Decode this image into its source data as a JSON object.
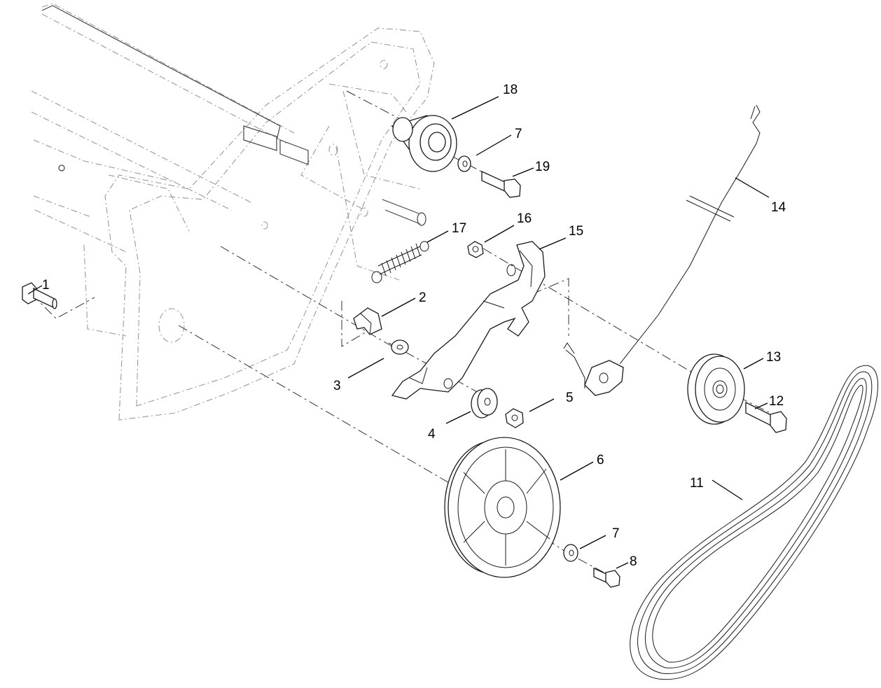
{
  "callouts": [
    {
      "id": "c1",
      "label": "1"
    },
    {
      "id": "c2",
      "label": "2"
    },
    {
      "id": "c3",
      "label": "3"
    },
    {
      "id": "c4",
      "label": "4"
    },
    {
      "id": "c5",
      "label": "5"
    },
    {
      "id": "c6",
      "label": "6"
    },
    {
      "id": "c7a",
      "label": "7"
    },
    {
      "id": "c7b",
      "label": "7"
    },
    {
      "id": "c8",
      "label": "8"
    },
    {
      "id": "c11",
      "label": "11"
    },
    {
      "id": "c12",
      "label": "12"
    },
    {
      "id": "c13",
      "label": "13"
    },
    {
      "id": "c14",
      "label": "14"
    },
    {
      "id": "c15",
      "label": "15"
    },
    {
      "id": "c16",
      "label": "16"
    },
    {
      "id": "c17",
      "label": "17"
    },
    {
      "id": "c18",
      "label": "18"
    },
    {
      "id": "c19",
      "label": "19"
    }
  ]
}
